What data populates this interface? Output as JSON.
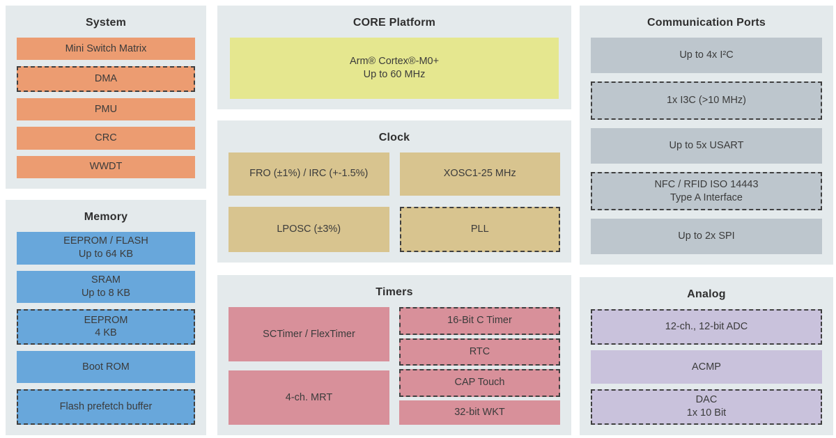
{
  "palette": {
    "page-bg": "#FFFFFF",
    "panel-bg": "#E4EAEC",
    "system-block": "#EC9C71",
    "memory-block": "#68A7DB",
    "core-block": "#E5E78F",
    "clock-block": "#D8C48F",
    "timers-block": "#D8909A",
    "comm-block": "#BDC6CD",
    "analog-block": "#C9C2DC",
    "block-text": "#3B3B3B",
    "title-text": "#2F2F2F",
    "dash-border": "#3F3F3F"
  },
  "panels": {
    "system": {
      "title": "System",
      "blocks": [
        {
          "label": "Mini Switch Matrix",
          "style": "solid"
        },
        {
          "label": "DMA",
          "style": "dashed"
        },
        {
          "label": "PMU",
          "style": "solid"
        },
        {
          "label": "CRC",
          "style": "solid"
        },
        {
          "label": "WWDT",
          "style": "solid"
        }
      ]
    },
    "memory": {
      "title": "Memory",
      "blocks": [
        {
          "label": "EEPROM / FLASH\nUp to 64 KB",
          "style": "solid"
        },
        {
          "label": "SRAM\nUp to 8 KB",
          "style": "solid"
        },
        {
          "label": "EEPROM\n4 KB",
          "style": "dashed"
        },
        {
          "label": "Boot ROM",
          "style": "solid"
        },
        {
          "label": "Flash prefetch buffer",
          "style": "dashed"
        }
      ]
    },
    "core": {
      "title": "CORE Platform",
      "blocks": [
        {
          "label": "Arm® Cortex®-M0+\nUp to 60 MHz",
          "style": "solid"
        }
      ]
    },
    "clock": {
      "title": "Clock",
      "blocks": [
        {
          "label": "FRO (±1%) / IRC (+-1.5%)",
          "style": "solid"
        },
        {
          "label": "XOSC1-25 MHz",
          "style": "solid"
        },
        {
          "label": "LPOSC (±3%)",
          "style": "solid"
        },
        {
          "label": "PLL",
          "style": "dashed"
        }
      ]
    },
    "timers": {
      "title": "Timers",
      "left_blocks": [
        {
          "label": "SCTimer / FlexTimer",
          "style": "solid"
        },
        {
          "label": "4-ch. MRT",
          "style": "solid"
        }
      ],
      "right_blocks": [
        {
          "label": "16-Bit C Timer",
          "style": "dashed"
        },
        {
          "label": "RTC",
          "style": "dashed"
        },
        {
          "label": "CAP Touch",
          "style": "dashed"
        },
        {
          "label": "32-bit WKT",
          "style": "solid"
        }
      ]
    },
    "comm": {
      "title": "Communication Ports",
      "blocks": [
        {
          "label": "Up to 4x I²C",
          "style": "solid"
        },
        {
          "label": "1x I3C (>10 MHz)",
          "style": "dashed"
        },
        {
          "label": "Up to 5x USART",
          "style": "solid"
        },
        {
          "label": "NFC / RFID ISO 14443\nType A Interface",
          "style": "dashed"
        },
        {
          "label": "Up to 2x SPI",
          "style": "solid"
        }
      ]
    },
    "analog": {
      "title": "Analog",
      "blocks": [
        {
          "label": "12-ch., 12-bit ADC",
          "style": "dashed"
        },
        {
          "label": "ACMP",
          "style": "solid"
        },
        {
          "label": "DAC\n1x 10 Bit",
          "style": "dashed"
        }
      ]
    }
  }
}
